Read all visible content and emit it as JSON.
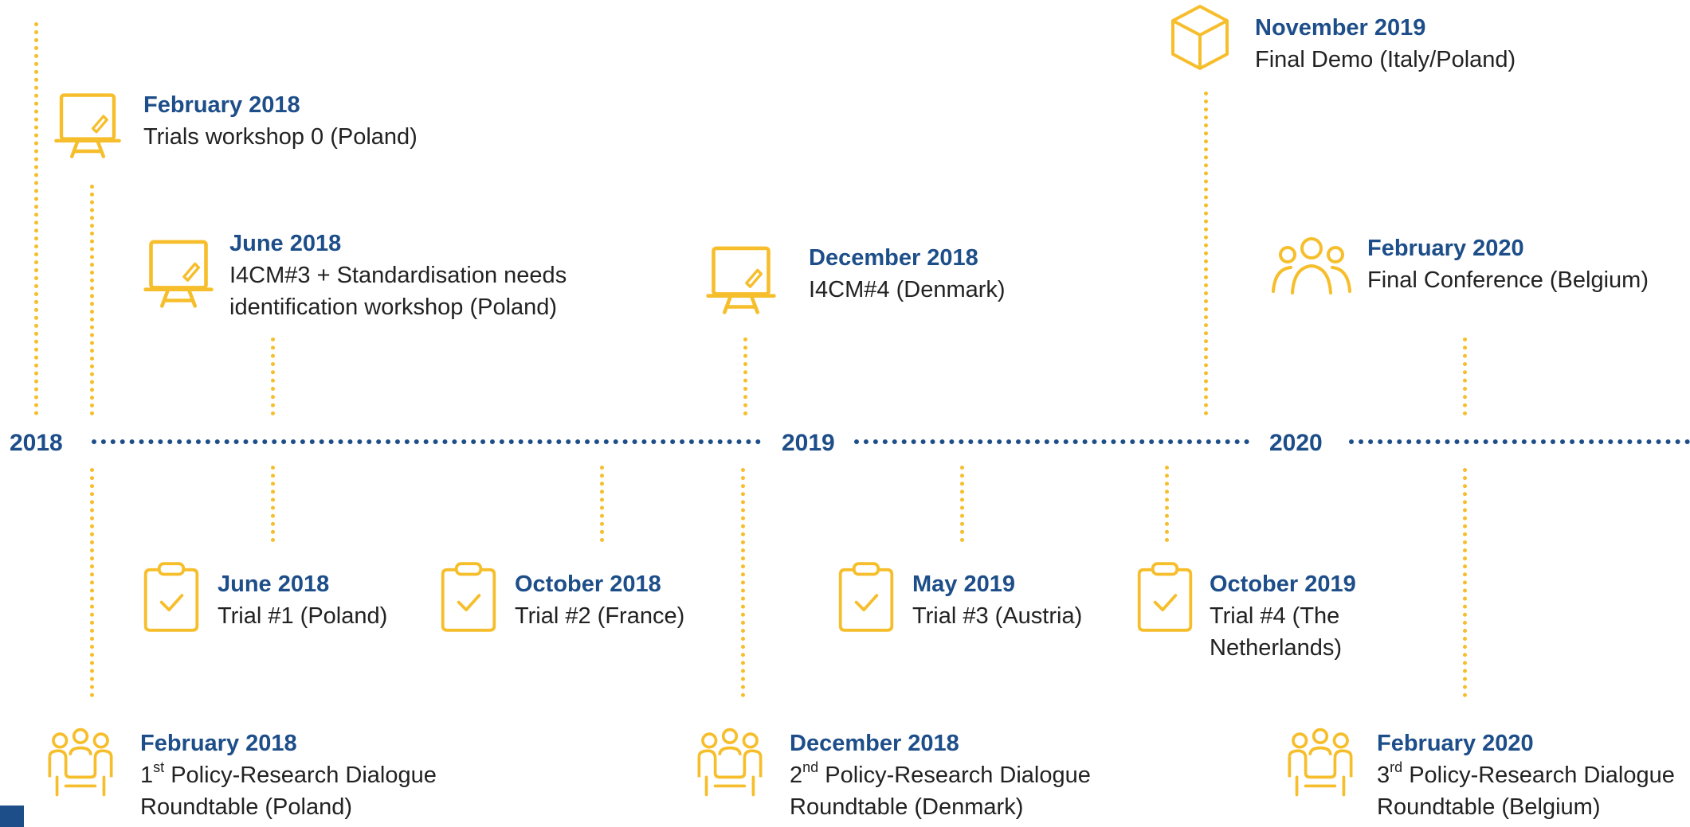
{
  "years": [
    "2018",
    "2019",
    "2020"
  ],
  "events": {
    "final_demo": {
      "date": "November 2019",
      "text": "Final Demo (Italy/Poland)",
      "icon": "cube-icon"
    },
    "trials_ws0": {
      "date": "February 2018",
      "text": "Trials workshop 0 (Poland)",
      "icon": "easel-icon"
    },
    "i4cm3": {
      "date": "June 2018",
      "line1": "I4CM#3 + Standardisation needs",
      "line2": "identification workshop (Poland)",
      "icon": "easel-icon"
    },
    "i4cm4": {
      "date": "December 2018",
      "text": "I4CM#4 (Denmark)",
      "icon": "easel-icon"
    },
    "final_conf": {
      "date": "February 2020",
      "text": "Final Conference (Belgium)",
      "icon": "people-group-icon"
    },
    "trial1": {
      "date": "June 2018",
      "text": "Trial #1 (Poland)",
      "icon": "clipboard-check-icon"
    },
    "trial2": {
      "date": "October 2018",
      "text": "Trial #2 (France)",
      "icon": "clipboard-check-icon"
    },
    "trial3": {
      "date": "May 2019",
      "text": "Trial #3 (Austria)",
      "icon": "clipboard-check-icon"
    },
    "trial4": {
      "date": "October 2019",
      "line1": "Trial #4 (The",
      "line2": "Netherlands)",
      "icon": "clipboard-check-icon"
    },
    "prd1": {
      "date": "February 2018",
      "num": "1",
      "sup": "st",
      "rest": " Policy-Research Dialogue",
      "line2": "Roundtable (Poland)",
      "icon": "roundtable-icon"
    },
    "prd2": {
      "date": "December 2018",
      "num": "2",
      "sup": "nd",
      "rest": " Policy-Research Dialogue",
      "line2": "Roundtable (Denmark)",
      "icon": "roundtable-icon"
    },
    "prd3": {
      "date": "February 2020",
      "num": "3",
      "sup": "rd",
      "rest": " Policy-Research Dialogue",
      "line2": "Roundtable (Belgium)",
      "icon": "roundtable-icon"
    }
  },
  "colors": {
    "accent": "#F6BE2B",
    "timeline": "#1D4E89",
    "text": "#222222"
  }
}
